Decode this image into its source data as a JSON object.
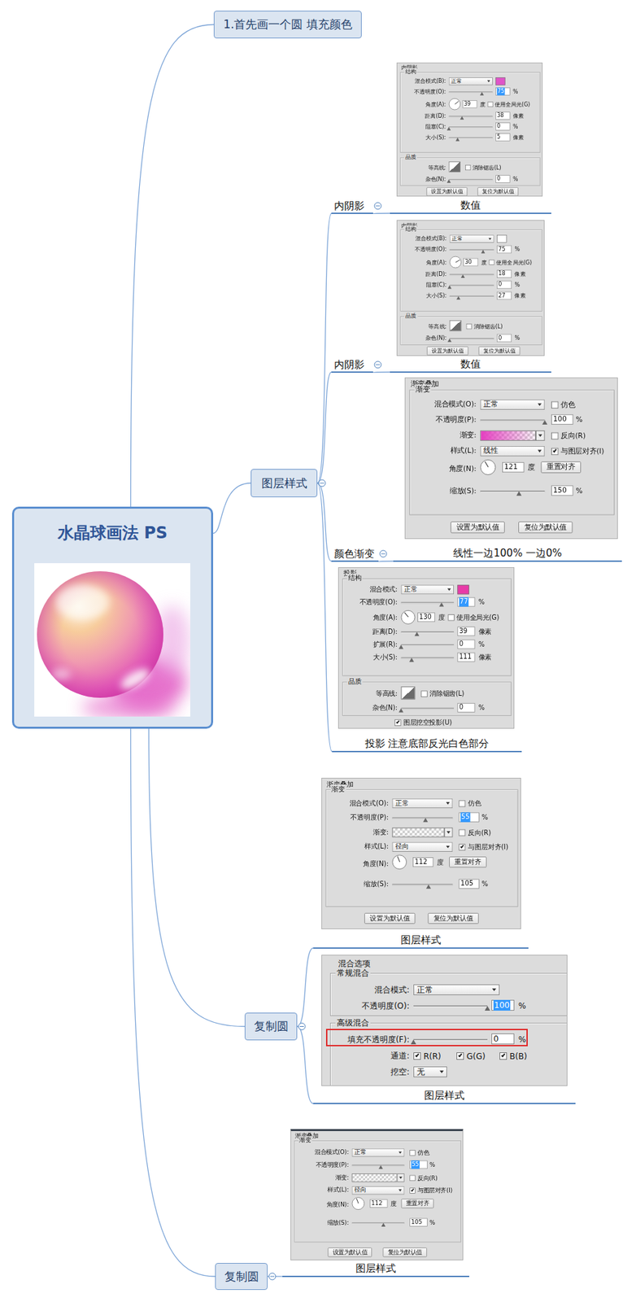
{
  "diagram": {
    "nodes": [
      {
        "text": [
          "水晶球画法 PS"
        ]
      },
      {
        "text": [
          "1.首先画一个圆 填充颜色"
        ]
      },
      {
        "text": [
          "图层样式"
        ]
      },
      {
        "text": [
          "内阴影"
        ]
      },
      {
        "text": [
          "数值"
        ]
      },
      {
        "text": [
          "内阴影"
        ]
      },
      {
        "text": [
          "数值"
        ]
      },
      {
        "text": [
          "颜色渐变"
        ]
      },
      {
        "text": [
          "线性一边100% 一边0%"
        ]
      },
      {
        "text": [
          "投影 注意底部反光白色部分"
        ]
      },
      {
        "text": [
          "复制圆"
        ]
      },
      {
        "text": [
          "图层样式"
        ]
      },
      {
        "text": [
          "图层样式"
        ]
      },
      {
        "text": [
          "复制圆"
        ]
      },
      {
        "text": [
          "图层样式"
        ]
      }
    ],
    "edges": [
      {
        "from": 0,
        "to": 1,
        "arrow": "none"
      },
      {
        "from": 0,
        "to": 2,
        "arrow": "none"
      },
      {
        "from": 2,
        "to": 3,
        "arrow": "none"
      },
      {
        "from": 3,
        "to": 4,
        "arrow": "none"
      },
      {
        "from": 2,
        "to": 5,
        "arrow": "none"
      },
      {
        "from": 5,
        "to": 6,
        "arrow": "none"
      },
      {
        "from": 2,
        "to": 7,
        "arrow": "none"
      },
      {
        "from": 7,
        "to": 8,
        "arrow": "none"
      },
      {
        "from": 2,
        "to": 9,
        "arrow": "none"
      },
      {
        "from": 0,
        "to": 10,
        "arrow": "none"
      },
      {
        "from": 10,
        "to": 11,
        "arrow": "none"
      },
      {
        "from": 10,
        "to": 12,
        "arrow": "none"
      },
      {
        "from": 0,
        "to": 13,
        "arrow": "none"
      },
      {
        "from": 13,
        "to": 14,
        "arrow": "none"
      }
    ],
    "labels": [
      "内阴影",
      "结构",
      "混合模式(B):",
      "正常",
      "不透明度(O):",
      "75",
      "%",
      "角度(A):",
      "39",
      "度",
      "使用全局光(G)",
      "距离(D):",
      "38",
      "像素",
      "阻塞(C):",
      "0",
      "%",
      "大小(S):",
      "5",
      "像素",
      "品质",
      "等高线:",
      "消除锯齿(L)",
      "杂色(N):",
      "0",
      "%",
      "设置为默认值",
      "复位为默认值",
      "内阴影",
      "结构",
      "混合模式(B):",
      "正常",
      "不透明度(O):",
      "75",
      "%",
      "角度(A):",
      "30",
      "度",
      "使用全局光(G)",
      "距离(D):",
      "18",
      "像素",
      "阻塞(C):",
      "0",
      "%",
      "大小(S):",
      "27",
      "像素",
      "品质",
      "等高线:",
      "消除锯齿(L)",
      "杂色(N):",
      "0",
      "%",
      "设置为默认值",
      "复位为默认值",
      "渐变叠加",
      "渐变",
      "混合模式(O):",
      "正常",
      "仿色",
      "不透明度(P):",
      "100",
      "%",
      "渐变:",
      "反向(R)",
      "样式(L):",
      "线性",
      "与图层对齐(I)",
      "角度(N):",
      "121",
      "度",
      "重置对齐",
      "缩放(S):",
      "150",
      "%",
      "设置为默认值",
      "复位为默认值",
      "投影",
      "结构",
      "混合模式:",
      "正常",
      "不透明度(O):",
      "77",
      "%",
      "角度(A):",
      "130",
      "度",
      "使用全局光(G)",
      "距离(D):",
      "39",
      "像素",
      "扩展(R):",
      "0",
      "%",
      "大小(S):",
      "111",
      "像素",
      "品质",
      "等高线:",
      "消除锯齿(L)",
      "杂色(N):",
      "0",
      "%",
      "图层挖空投影(U)",
      "渐变叠加",
      "渐变",
      "混合模式(O):",
      "正常",
      "仿色",
      "不透明度(P):",
      "55",
      "%",
      "渐变:",
      "反向(R)",
      "样式(L):",
      "径向",
      "与图层对齐(I)",
      "角度(N):",
      "112",
      "度",
      "重置对齐",
      "缩放(S):",
      "105",
      "%",
      "设置为默认值",
      "复位为默认值",
      "混合选项",
      "常规混合",
      "混合模式:",
      "正常",
      "不透明度(O):",
      "100",
      "%",
      "高级混合",
      "填充不透明度(F):",
      "0",
      "%",
      "通道:",
      "R(R)",
      "G(G)",
      "B(B)",
      "挖空:",
      "无",
      "渐变叠加",
      "渐变",
      "混合模式(O):",
      "正常",
      "仿色",
      "不透明度(P):",
      "55",
      "%",
      "渐变:",
      "反向(R)",
      "样式(L):",
      "径向",
      "与图层对齐(I)",
      "角度(N):",
      "112",
      "度",
      "重置对齐",
      "缩放(S):",
      "105",
      "%",
      "设置为默认值",
      "复位为默认值"
    ]
  }
}
